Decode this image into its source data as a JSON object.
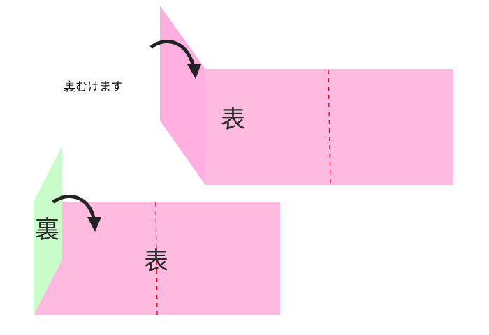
{
  "caption": "裏むけます",
  "labels": {
    "front": "表",
    "back": "裏"
  },
  "colors": {
    "paper_front": "#ffbae0",
    "paper_flap": "#ffb0e0",
    "paper_back": "#c9fcc9",
    "fold_line": "#e0001a",
    "arrow": "#222222"
  },
  "figures": [
    {
      "id": "top",
      "description": "Strip with left flap folded up (front side shown), arrow indicating turning over",
      "front_label": "表"
    },
    {
      "id": "bottom",
      "description": "Strip after turning; flap shows back side (green)",
      "front_label": "表",
      "back_label": "裏"
    }
  ]
}
